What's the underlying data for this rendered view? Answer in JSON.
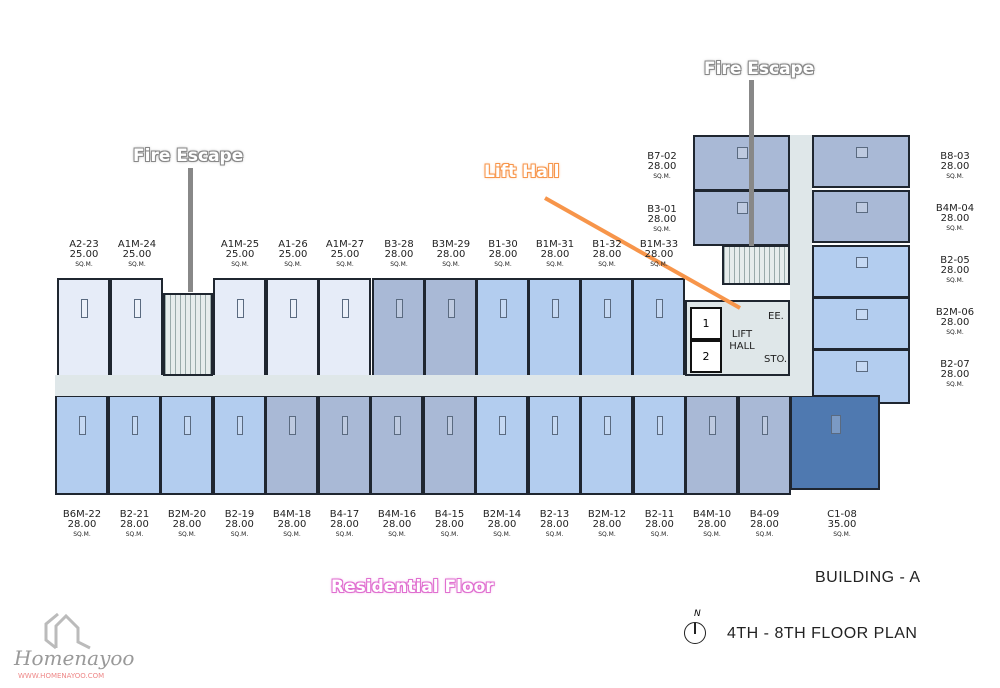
{
  "colors": {
    "light": "#e6ecf8",
    "blue": "#b3cdef",
    "gray": "#a9b9d6",
    "dark": "#4f79b0",
    "corridor": "#dfe7e9",
    "fire_escape": "#888888",
    "lift_hall": "#f7954a",
    "residential": "#e06fd0"
  },
  "units": {
    "top": [
      {
        "id": "A2-23",
        "area": "25.00",
        "unit": "SQ.M.",
        "type": "light"
      },
      {
        "id": "A1M-24",
        "area": "25.00",
        "unit": "SQ.M.",
        "type": "light"
      },
      {
        "id": "A1M-25",
        "area": "25.00",
        "unit": "SQ.M.",
        "type": "light"
      },
      {
        "id": "A1-26",
        "area": "25.00",
        "unit": "SQ.M.",
        "type": "light"
      },
      {
        "id": "A1M-27",
        "area": "25.00",
        "unit": "SQ.M.",
        "type": "light"
      },
      {
        "id": "B3-28",
        "area": "28.00",
        "unit": "SQ.M.",
        "type": "gray"
      },
      {
        "id": "B3M-29",
        "area": "28.00",
        "unit": "SQ.M.",
        "type": "gray"
      },
      {
        "id": "B1-30",
        "area": "28.00",
        "unit": "SQ.M.",
        "type": "blue"
      },
      {
        "id": "B1M-31",
        "area": "28.00",
        "unit": "SQ.M.",
        "type": "blue"
      },
      {
        "id": "B1-32",
        "area": "28.00",
        "unit": "SQ.M.",
        "type": "blue"
      },
      {
        "id": "B1M-33",
        "area": "28.00",
        "unit": "SQ.M.",
        "type": "blue"
      }
    ],
    "bottom": [
      {
        "id": "B6M-22",
        "area": "28.00",
        "unit": "SQ.M.",
        "type": "blue"
      },
      {
        "id": "B2-21",
        "area": "28.00",
        "unit": "SQ.M.",
        "type": "blue"
      },
      {
        "id": "B2M-20",
        "area": "28.00",
        "unit": "SQ.M.",
        "type": "blue"
      },
      {
        "id": "B2-19",
        "area": "28.00",
        "unit": "SQ.M.",
        "type": "blue"
      },
      {
        "id": "B4M-18",
        "area": "28.00",
        "unit": "SQ.M.",
        "type": "gray"
      },
      {
        "id": "B4-17",
        "area": "28.00",
        "unit": "SQ.M.",
        "type": "gray"
      },
      {
        "id": "B4M-16",
        "area": "28.00",
        "unit": "SQ.M.",
        "type": "gray"
      },
      {
        "id": "B4-15",
        "area": "28.00",
        "unit": "SQ.M.",
        "type": "gray"
      },
      {
        "id": "B2M-14",
        "area": "28.00",
        "unit": "SQ.M.",
        "type": "blue"
      },
      {
        "id": "B2-13",
        "area": "28.00",
        "unit": "SQ.M.",
        "type": "blue"
      },
      {
        "id": "B2M-12",
        "area": "28.00",
        "unit": "SQ.M.",
        "type": "blue"
      },
      {
        "id": "B2-11",
        "area": "28.00",
        "unit": "SQ.M.",
        "type": "blue"
      },
      {
        "id": "B4M-10",
        "area": "28.00",
        "unit": "SQ.M.",
        "type": "gray"
      },
      {
        "id": "B4-09",
        "area": "28.00",
        "unit": "SQ.M.",
        "type": "gray"
      },
      {
        "id": "C1-08",
        "area": "35.00",
        "unit": "SQ.M.",
        "type": "dark"
      }
    ],
    "wing_left": [
      {
        "id": "B7-02",
        "area": "28.00",
        "unit": "SQ.M.",
        "type": "gray"
      },
      {
        "id": "B3-01",
        "area": "28.00",
        "unit": "SQ.M.",
        "type": "gray"
      }
    ],
    "wing_right": [
      {
        "id": "B8-03",
        "area": "28.00",
        "unit": "SQ.M.",
        "type": "gray"
      },
      {
        "id": "B4M-04",
        "area": "28.00",
        "unit": "SQ.M.",
        "type": "gray"
      },
      {
        "id": "B2-05",
        "area": "28.00",
        "unit": "SQ.M.",
        "type": "blue"
      },
      {
        "id": "B2M-06",
        "area": "28.00",
        "unit": "SQ.M.",
        "type": "blue"
      },
      {
        "id": "B2-07",
        "area": "28.00",
        "unit": "SQ.M.",
        "type": "blue"
      }
    ]
  },
  "core": {
    "lift1": "1",
    "lift2": "2",
    "lift_hall_line1": "LIFT",
    "lift_hall_line2": "HALL",
    "ee": "EE.",
    "sto": "STO."
  },
  "annotations": {
    "fire_escape_left": "Fire Escape",
    "fire_escape_right": "Fire Escape",
    "lift_hall": "Lift Hall",
    "residential": "Residential Floor"
  },
  "titles": {
    "building": "BUILDING - A",
    "floor_plan": "4TH - 8TH FLOOR PLAN",
    "north": "N"
  },
  "logo": {
    "name": "Homenayoo",
    "url": "WWW.HOMENAYOO.COM"
  }
}
